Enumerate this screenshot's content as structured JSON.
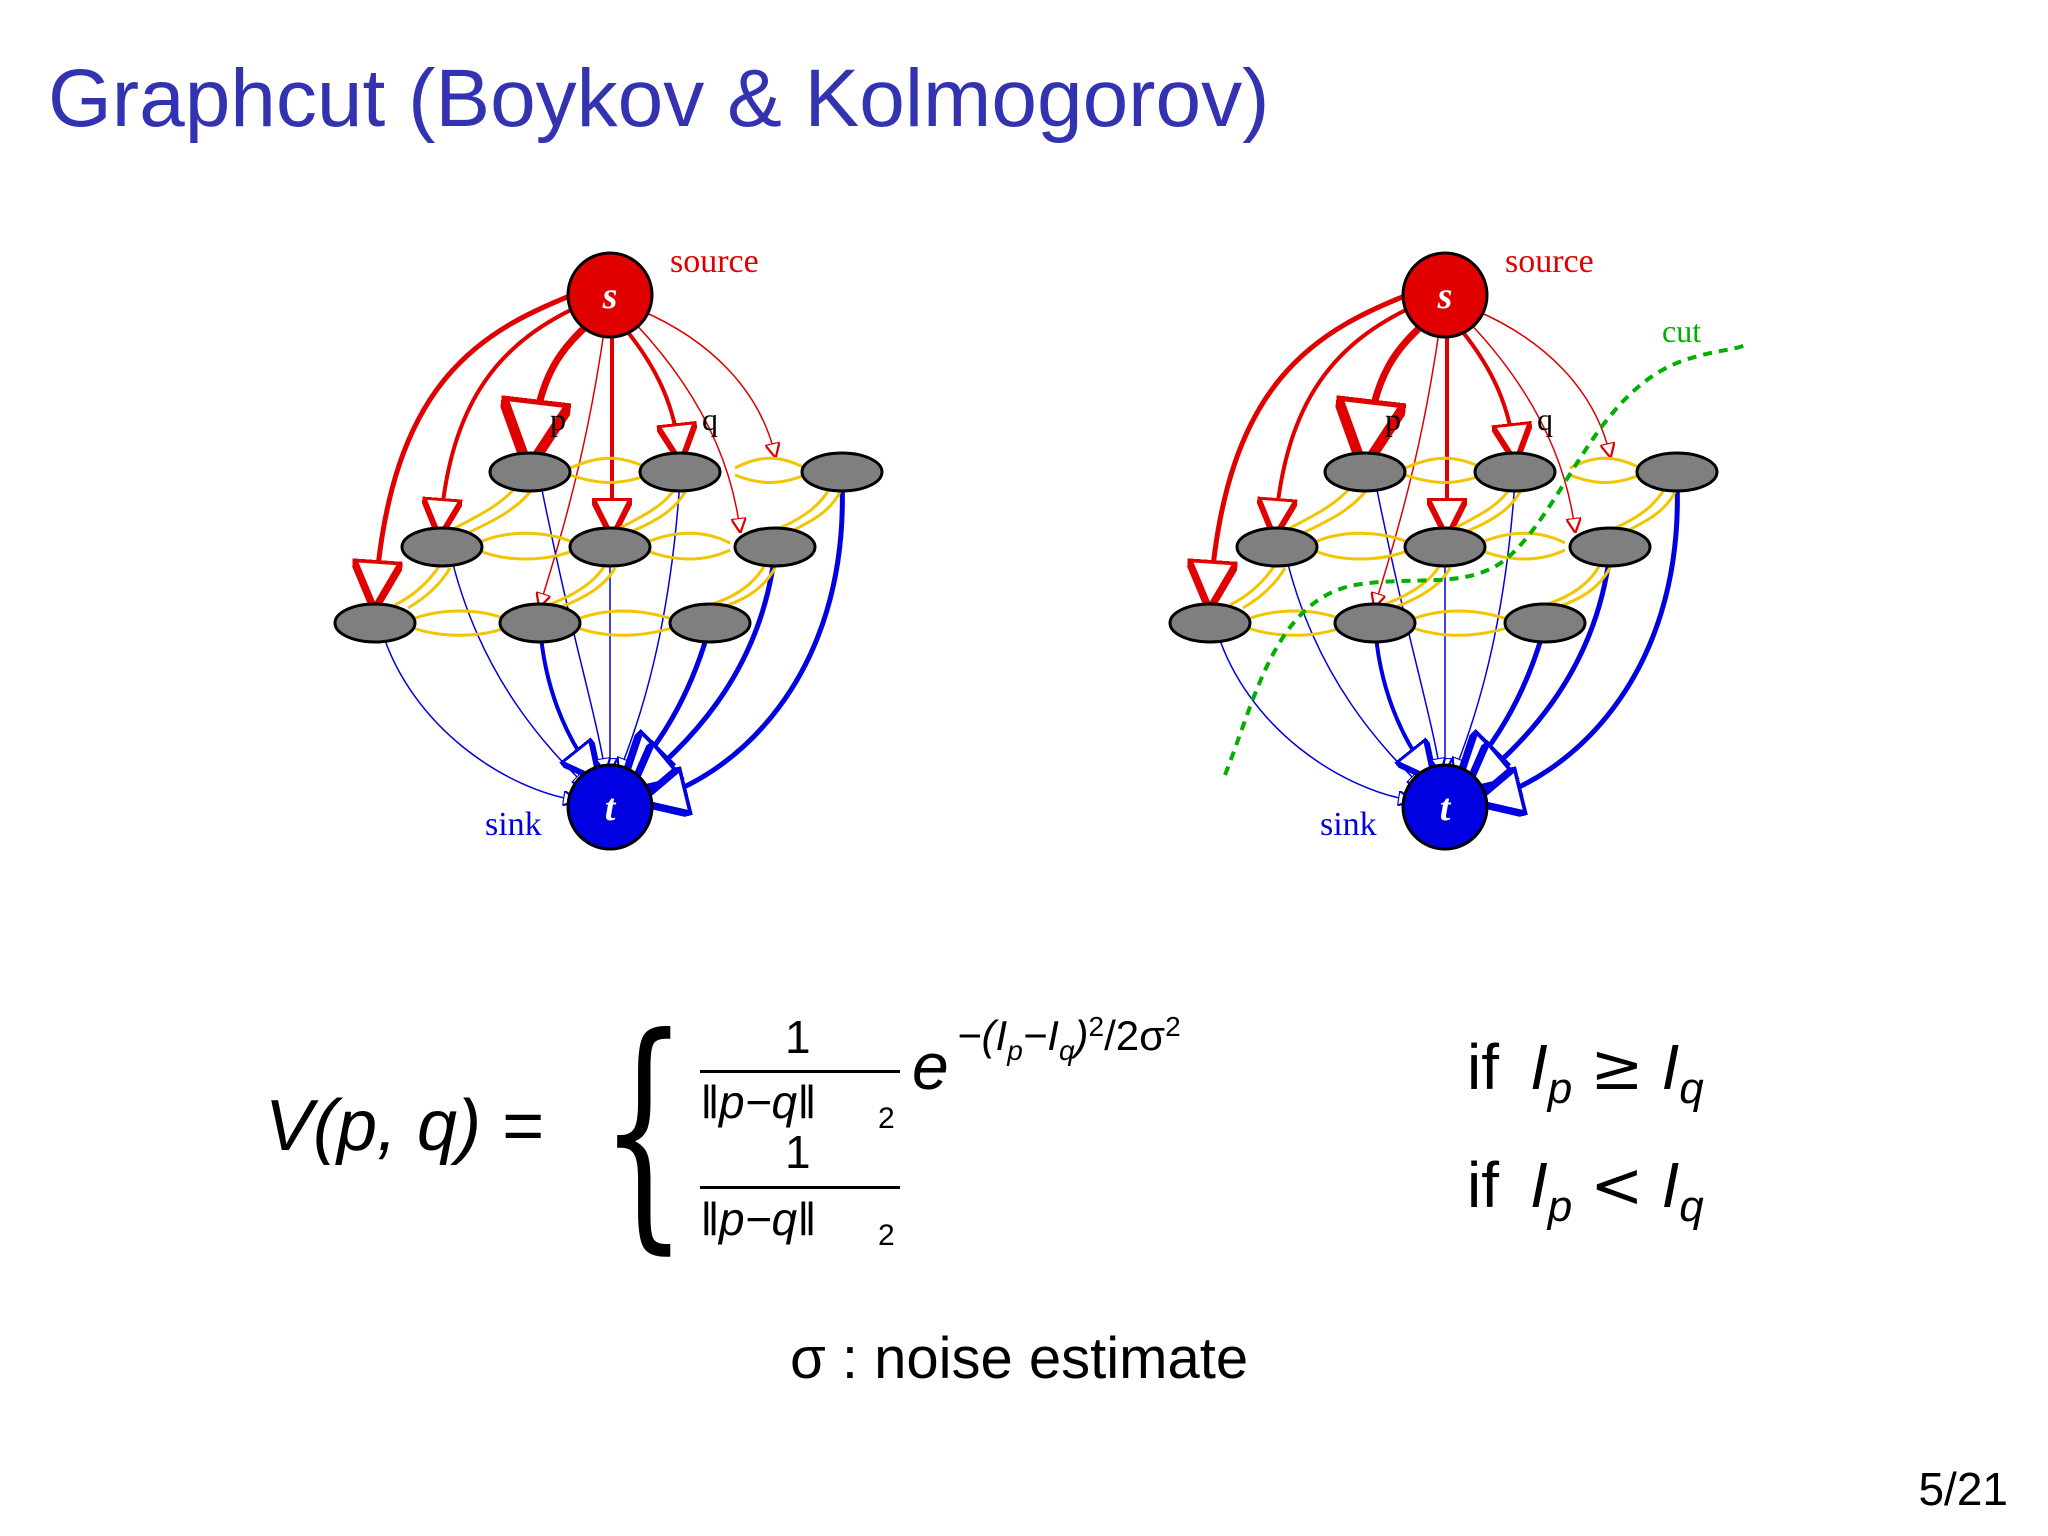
{
  "slide": {
    "title": "Graphcut (Boykov & Kolmogorov)",
    "page_number": "5/21"
  },
  "diagram_left": {
    "source_node": "s",
    "source_label": "source",
    "sink_node": "t",
    "sink_label": "sink",
    "node_p_label": "p",
    "node_q_label": "q"
  },
  "diagram_right": {
    "source_node": "s",
    "source_label": "source",
    "sink_node": "t",
    "sink_label": "sink",
    "node_p_label": "p",
    "node_q_label": "q",
    "cut_label": "cut"
  },
  "formula": {
    "lhs": "V(p, q) =",
    "num1": "1",
    "den1": "‖p−q‖",
    "den_sub": "2",
    "exp_base": "e",
    "exponent": "−(I",
    "exp_p": "p",
    "exp_mid": "−I",
    "exp_q": "q",
    "exp_tail": ")",
    "exp_sq": "2",
    "exp_div": "/2σ",
    "exp_sq2": "2",
    "cond1_if": "if",
    "cond1_I1": "I",
    "cond1_sub1": "p",
    "cond1_op": "≥",
    "cond1_I2": "I",
    "cond1_sub2": "q",
    "num2": "1",
    "den2": "‖p−q‖",
    "den2_sub": "2",
    "cond2_if": "if",
    "cond2_I1": "I",
    "cond2_sub1": "p",
    "cond2_op": "<",
    "cond2_I2": "I",
    "cond2_sub2": "q"
  },
  "caption": "σ : noise estimate",
  "colors": {
    "title": "#3333b2",
    "source": "#e00000",
    "sink": "#0000e0",
    "node": "#7f7f7f",
    "neighbor_edge": "#f2c500",
    "cut": "#00b000"
  }
}
